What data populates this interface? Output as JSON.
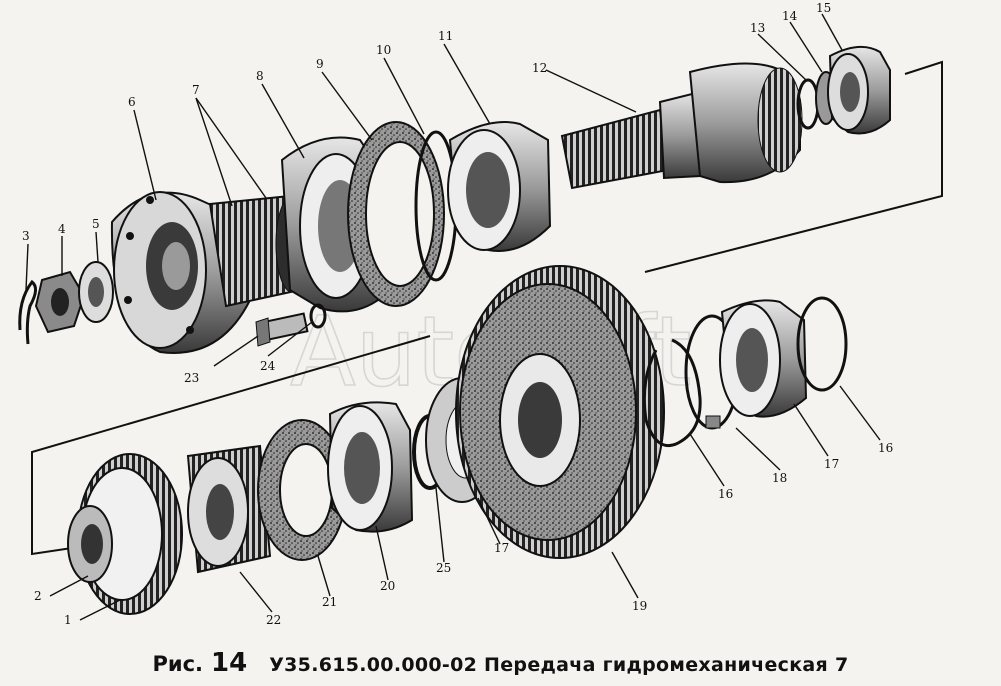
{
  "figure": {
    "label": "Рис.",
    "number": "14",
    "title": "У35.615.00.000-02 Передача гидромеханическая 7"
  },
  "watermark": "Autosoft",
  "callouts": [
    "1",
    "2",
    "3",
    "4",
    "5",
    "6",
    "7",
    "8",
    "9",
    "10",
    "11",
    "12",
    "13",
    "14",
    "15",
    "16",
    "16",
    "17",
    "17",
    "18",
    "19",
    "20",
    "21",
    "22",
    "23",
    "24",
    "25"
  ],
  "colors": {
    "ink": "#111111",
    "paper": "#f4f3ef",
    "metal": "#bdbdbd"
  }
}
